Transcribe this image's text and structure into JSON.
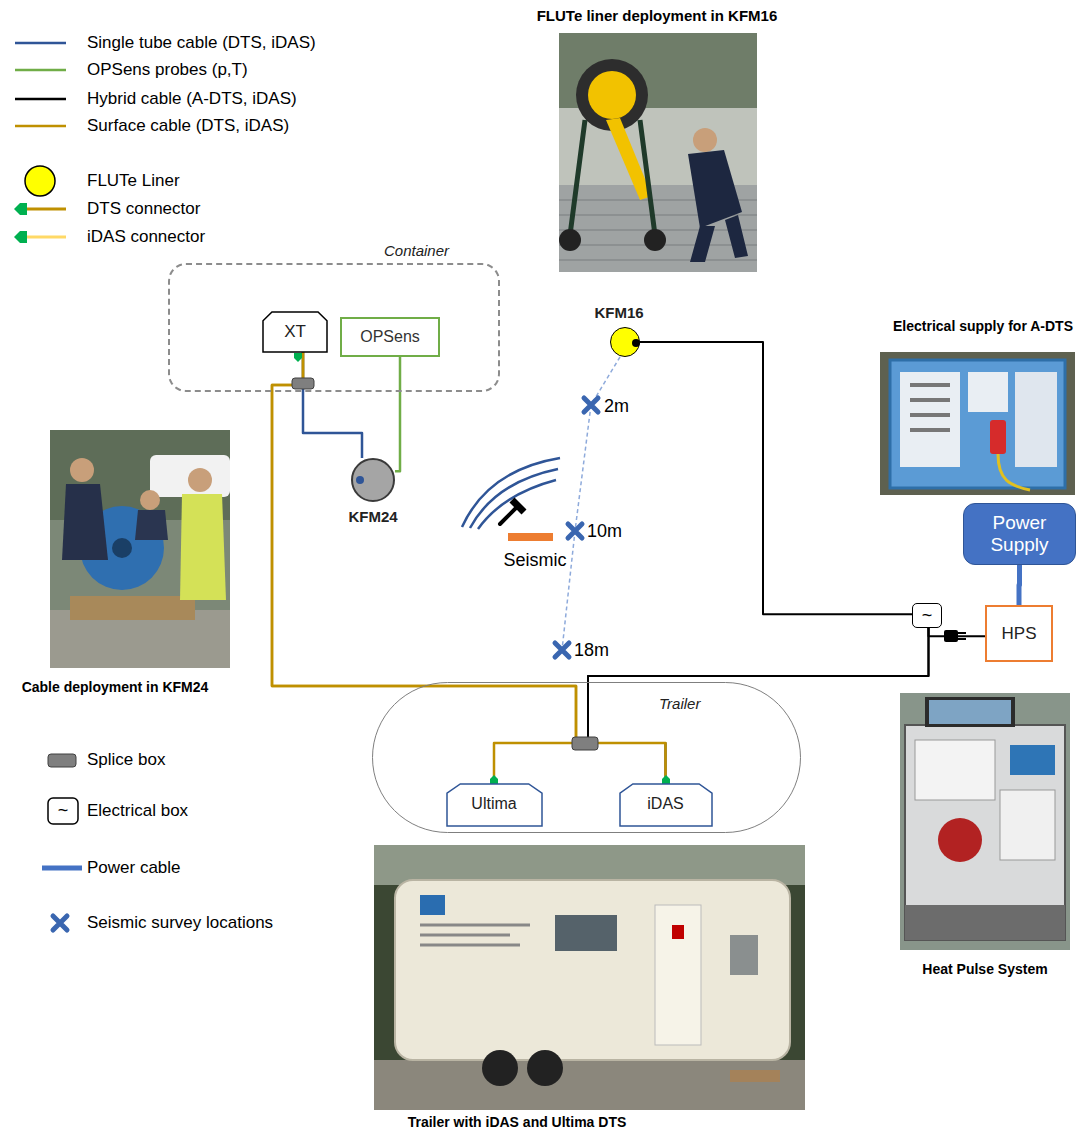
{
  "diagram": {
    "nodes": [
      {
        "text": [
          "Container"
        ]
      },
      {
        "text": [
          "XT"
        ],
        "in": 0
      },
      {
        "text": [
          "OPSens"
        ],
        "in": 0
      },
      {
        "text": [
          "KFM24"
        ]
      },
      {
        "text": [
          "KFM16"
        ]
      },
      {
        "text": [
          "Power Supply"
        ]
      },
      {
        "text": [
          "~"
        ]
      },
      {
        "text": [
          "HPS"
        ]
      },
      {
        "text": [
          "Trailer"
        ]
      },
      {
        "text": [
          "Ultima"
        ],
        "in": 8
      },
      {
        "text": [
          "iDAS"
        ],
        "in": 8
      }
    ],
    "edges": [
      {
        "from": 1,
        "to": 3,
        "arrow": "none"
      },
      {
        "from": 2,
        "to": 3,
        "arrow": "none"
      },
      {
        "from": 4,
        "to": 6,
        "arrow": "none"
      },
      {
        "from": 6,
        "to": 7,
        "arrow": "none"
      },
      {
        "from": 5,
        "to": 7,
        "arrow": "none"
      },
      {
        "from": 1,
        "to": 9,
        "arrow": "none"
      },
      {
        "from": 1,
        "to": 10,
        "arrow": "none"
      },
      {
        "from": 6,
        "to": 9,
        "arrow": "none"
      },
      {
        "from": 6,
        "to": 10,
        "arrow": "none"
      }
    ],
    "labels": [
      "FLUTe liner deployment in KFM16",
      "Electrical supply for A-DTS",
      "2m",
      "10m",
      "Seismic",
      "18m",
      "Cable deployment in KFM24",
      "Heat Pulse System",
      "Trailer with iDAS and Ultima DTS",
      "~"
    ],
    "legend": [
      {
        "text": "Single tube cable (DTS, iDAS)"
      },
      {
        "text": "OPSens probes (p,T)"
      },
      {
        "text": "Hybrid cable (A-DTS, iDAS)"
      },
      {
        "text": "Surface cable (DTS, iDAS)"
      },
      {
        "text": "FLUTe Liner"
      },
      {
        "text": "DTS connector"
      },
      {
        "text": "iDAS connector"
      },
      {
        "text": "Splice box"
      },
      {
        "text": "Electrical box"
      },
      {
        "text": "Power cable"
      },
      {
        "text": "Seismic survey locations"
      }
    ]
  }
}
